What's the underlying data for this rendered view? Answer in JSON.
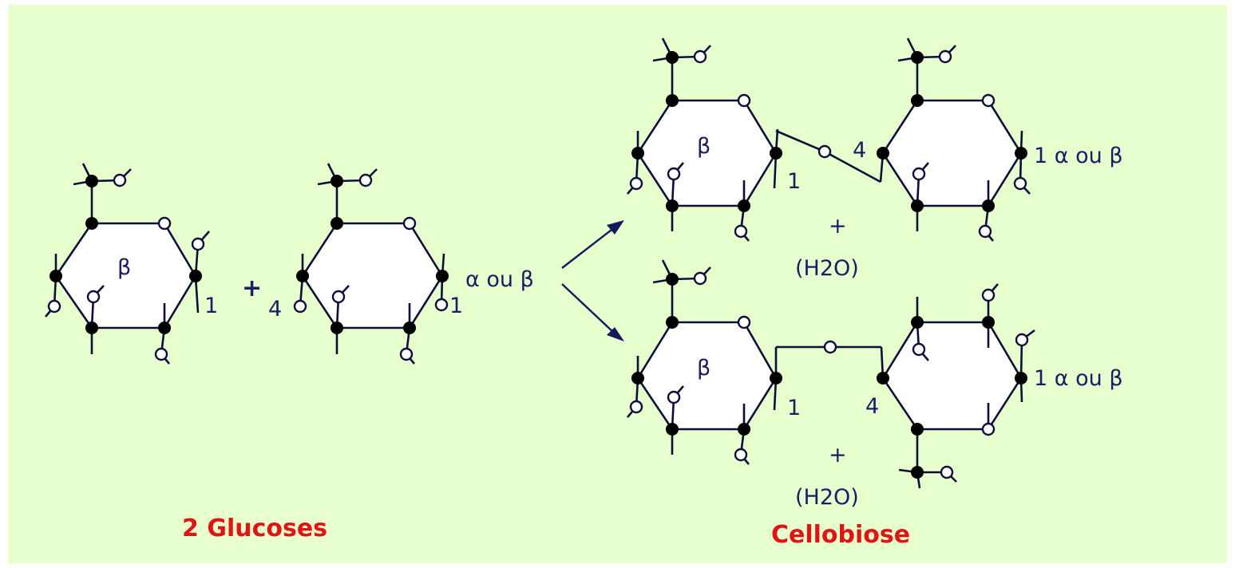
{
  "colors": {
    "background": "#e6ffcc",
    "caption": "#e01414",
    "ink": "#1b1b66"
  },
  "reactants": {
    "glucose_a": {
      "anomer": "β",
      "carbon1_label": "1"
    },
    "plus": "+",
    "glucose_b": {
      "carbon4_label": "4",
      "carbon1_label": "1",
      "anomer_label": "α ou β"
    },
    "caption": "2 Glucoses"
  },
  "products": {
    "top": {
      "ring1_anomer": "β",
      "ring1_c1_label": "1",
      "ring2_c4_label": "4",
      "ring2_c1_label": "1 α ou β",
      "byproduct_plus": "+",
      "byproduct": "(H2O)"
    },
    "bottom": {
      "ring1_anomer": "β",
      "ring1_c1_label": "1",
      "ring2_c4_label": "4",
      "ring2_c1_label": "1 α ou β",
      "byproduct_plus": "+",
      "byproduct": "(H2O)"
    },
    "caption": "Cellobiose"
  }
}
